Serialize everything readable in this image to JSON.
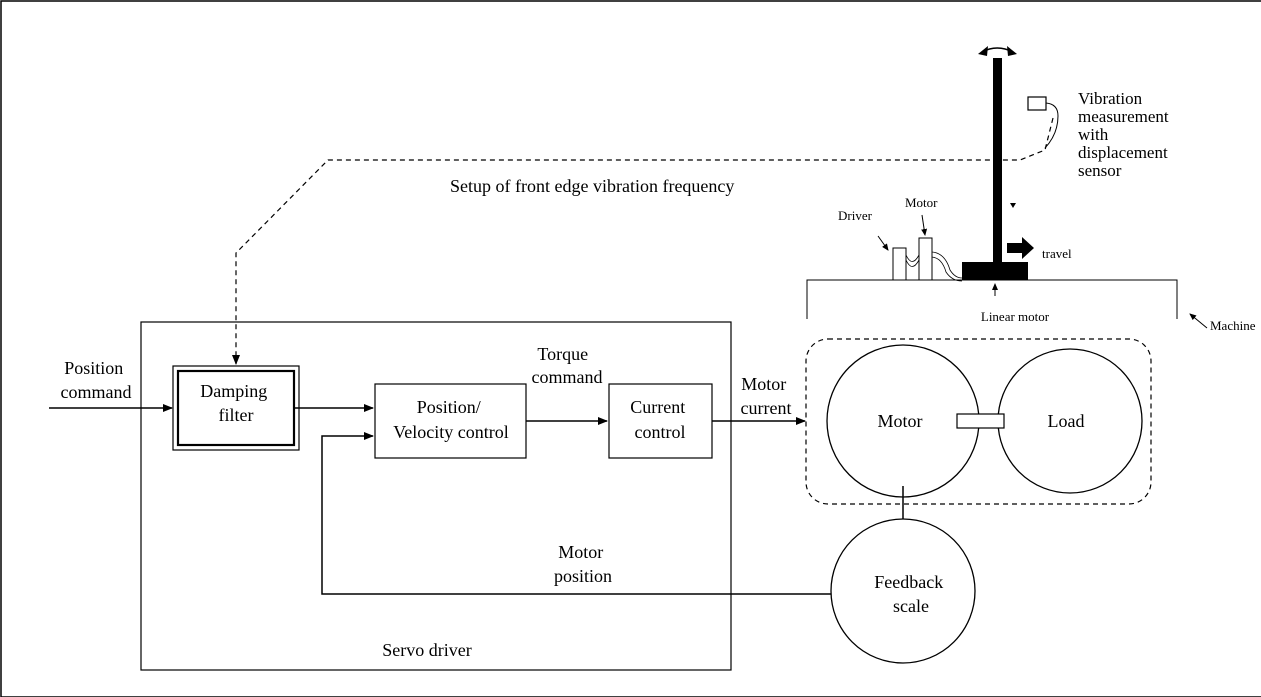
{
  "labels": {
    "position_command": [
      "Position",
      "command"
    ],
    "damping_filter": [
      "Damping",
      "filter"
    ],
    "position_velocity_control": [
      "Position/",
      "Velocity control"
    ],
    "torque_command": [
      "Torque",
      "command"
    ],
    "current_control": [
      "Current",
      "control"
    ],
    "motor_current": [
      "Motor",
      "current"
    ],
    "motor": "Motor",
    "load": "Load",
    "feedback_scale": [
      "Feedback",
      "scale"
    ],
    "motor_position": [
      "Motor",
      "position"
    ],
    "servo_driver": "Servo driver",
    "setup_text": "Setup of front edge vibration frequency",
    "vibration_measurement": [
      "Vibration",
      "measurement",
      "with",
      "displacement",
      "sensor"
    ],
    "machine_driver": "Driver",
    "machine_motor": "Motor",
    "travel": "travel",
    "linear_motor": "Linear motor",
    "machine": "Machine"
  }
}
